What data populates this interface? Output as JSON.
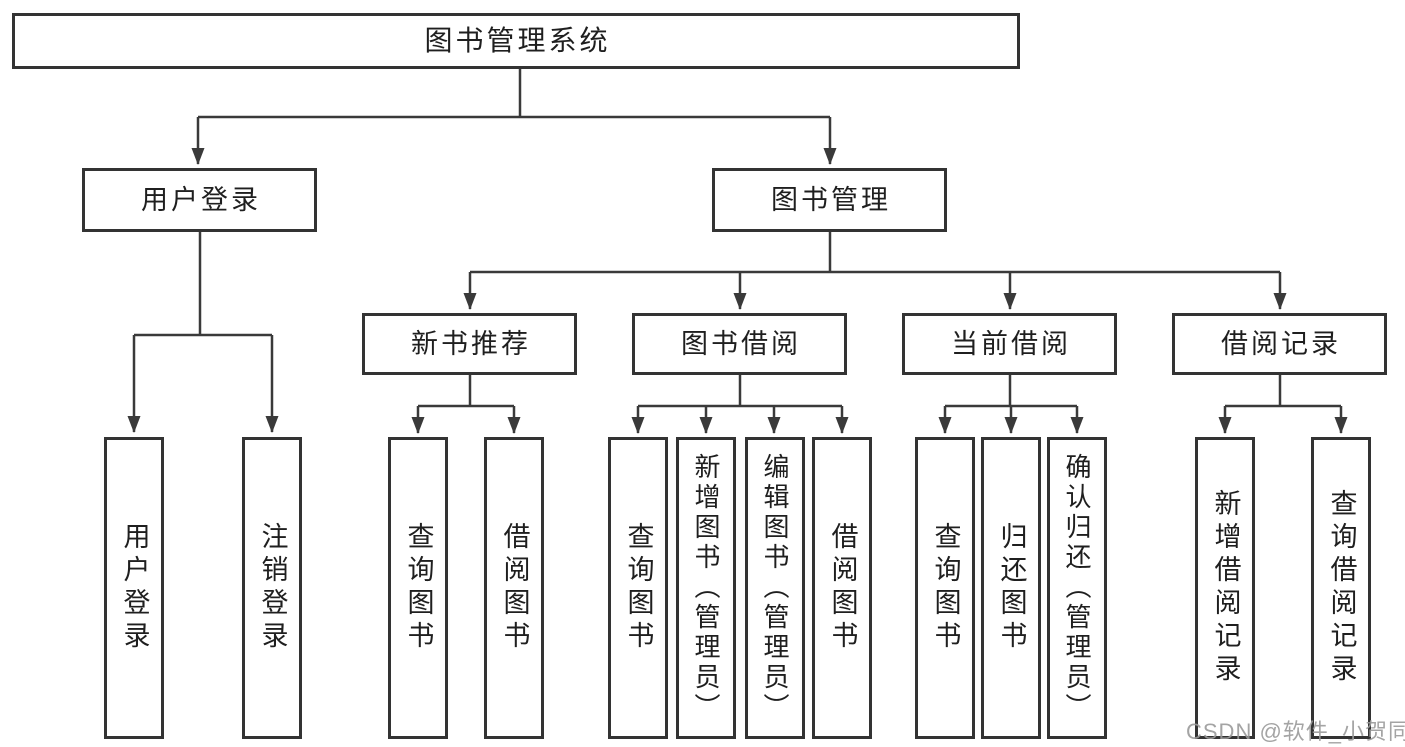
{
  "colors": {
    "line": "#3a3a3a",
    "box_border": "#333333",
    "text": "#1f1f1f",
    "background": "#ffffff",
    "watermark": "#9b9b9b"
  },
  "root": {
    "label": "图书管理系统"
  },
  "user_login": {
    "label": "用户登录",
    "leaves": [
      {
        "label": "用户登录"
      },
      {
        "label": "注销登录"
      }
    ]
  },
  "book_management": {
    "label": "图书管理",
    "new_book_rec": {
      "label": "新书推荐",
      "leaves": [
        {
          "label": "查询图书"
        },
        {
          "label": "借阅图书"
        }
      ]
    },
    "book_borrow": {
      "label": "图书借阅",
      "leaves": [
        {
          "label": "查询图书"
        },
        {
          "label": "新增图书（管理员）"
        },
        {
          "label": "编辑图书（管理员）"
        },
        {
          "label": "借阅图书"
        }
      ]
    },
    "current_borrow": {
      "label": "当前借阅",
      "leaves": [
        {
          "label": "查询图书"
        },
        {
          "label": "归还图书"
        },
        {
          "label": "确认归还（管理员）"
        }
      ]
    },
    "borrow_records": {
      "label": "借阅记录",
      "leaves": [
        {
          "label": "新增借阅记录"
        },
        {
          "label": "查询借阅记录"
        }
      ]
    }
  },
  "watermark": {
    "text": "CSDN @软件_小贺同学"
  }
}
